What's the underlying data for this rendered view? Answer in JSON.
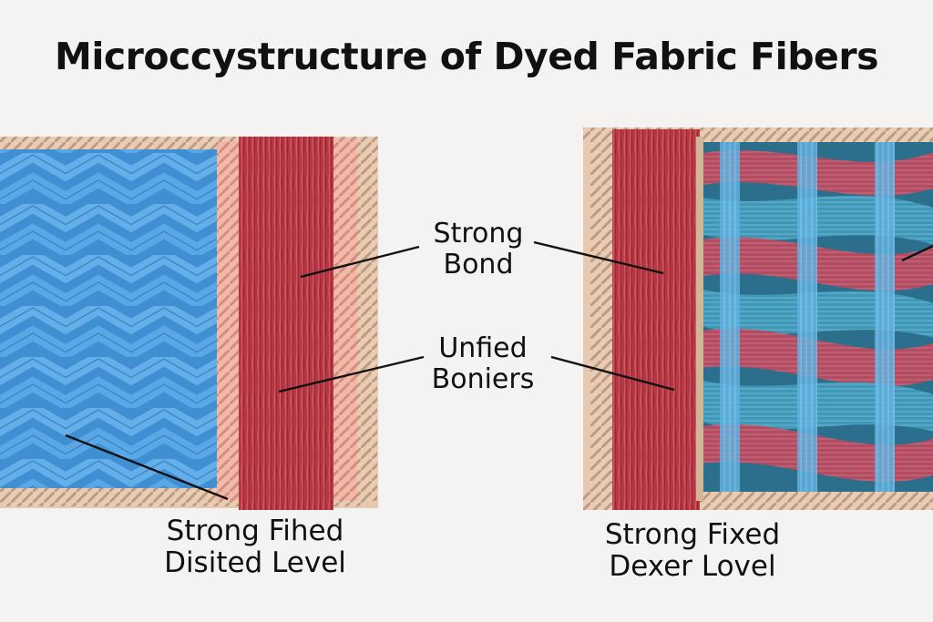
{
  "title": "Microccystructure of Dyed Fabric Fibers",
  "callouts": {
    "strong_bond": [
      "Strong",
      "Bond"
    ],
    "unfied_boniers": [
      "Unfied",
      "Boniers"
    ]
  },
  "captions": {
    "left": [
      "Strong Fihed",
      "Disited Level"
    ],
    "right": [
      "Strong Fixed",
      "Dexer Lovel"
    ]
  },
  "colors": {
    "background": "#f4f3f1",
    "blue_weave": "#4b97d9",
    "red_band": "#b83a44",
    "rope_border": "#e6c9ae",
    "pink_border": "#f0b7a8",
    "teal_weave": "#3f97b7",
    "rose_weave": "#b04c63"
  }
}
